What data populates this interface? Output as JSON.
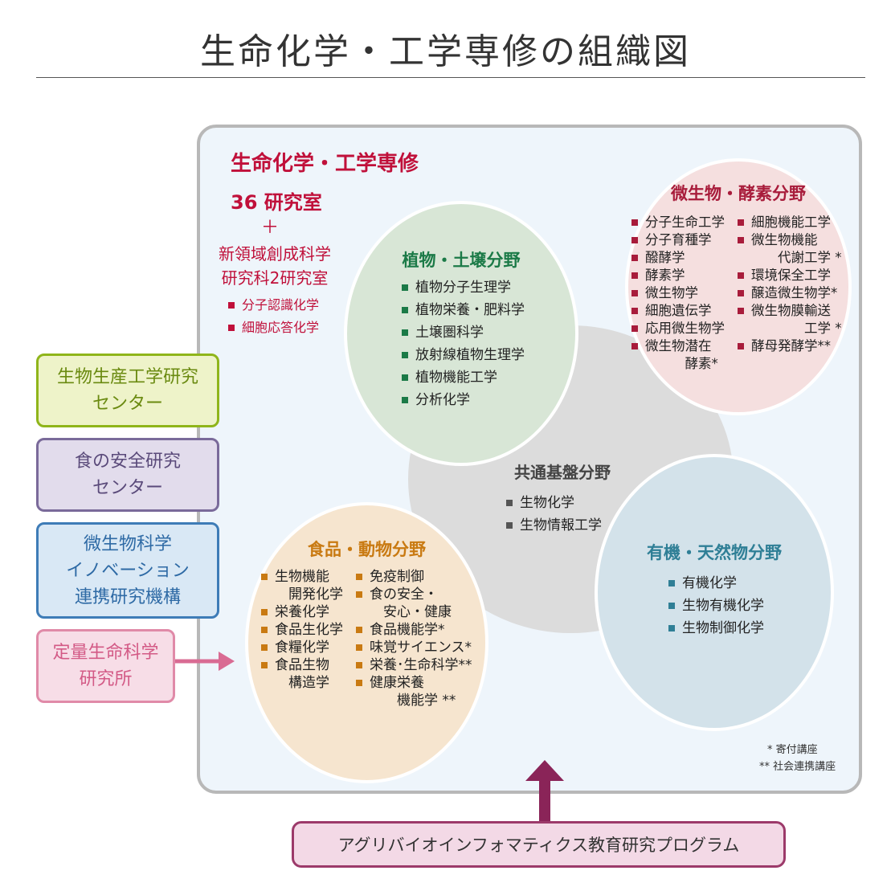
{
  "title": "生命化学・工学専修の組織図",
  "colors": {
    "red": "#c0103a",
    "plant_green": "#1b7a47",
    "microbe_red": "#a81c3b",
    "food_orange": "#c97a12",
    "organic_blue": "#2f7f96",
    "gray": "#555555"
  },
  "course": {
    "name": "生命化学・工学専修",
    "labs": "36 研究室",
    "plus": "＋",
    "extra_line1": "新領域創成科学",
    "extra_line2": "研究科2研究室",
    "items": [
      "分子認識化学",
      "細胞応答化学"
    ]
  },
  "fields": {
    "plant": {
      "title": "植物・土壌分野",
      "items": [
        "植物分子生理学",
        "植物栄養・肥料学",
        "土壌圏科学",
        "放射線植物生理学",
        "植物機能工学",
        "分析化学"
      ]
    },
    "microbe": {
      "title": "微生物・酵素分野",
      "col1": [
        "分子生命工学",
        "分子育種学",
        "醱酵学",
        "酵素学",
        "微生物学",
        "細胞遺伝学",
        "応用微生物学",
        "微生物潜在\n　　　酵素*"
      ],
      "col2": [
        "細胞機能工学",
        "微生物機能\n　　代謝工学 *",
        "環境保全工学",
        "醸造微生物学*",
        "微生物膜輸送\n　　　　工学 *",
        "酵母発酵学**"
      ]
    },
    "common": {
      "title": "共通基盤分野",
      "items": [
        "生物化学",
        "生物情報工学"
      ]
    },
    "food": {
      "title": "食品・動物分野",
      "col1": [
        "生物機能\n　開発化学",
        "栄養化学",
        "食品生化学",
        "食糧化学",
        "食品生物\n　構造学"
      ],
      "col2": [
        "免疫制御",
        "食の安全・\n　安心・健康",
        "食品機能学*",
        "味覚サイエンス*",
        "栄養･生命科学**",
        "健康栄養\n　　機能学 **"
      ]
    },
    "organic": {
      "title": "有機・天然物分野",
      "items": [
        "有機化学",
        "生物有機化学",
        "生物制御化学"
      ]
    }
  },
  "centers": [
    {
      "label": "生物生産工学研究\nセンター"
    },
    {
      "label": "食の安全研究\nセンター"
    },
    {
      "label": "微生物科学\nイノベーション\n連携研究機構"
    },
    {
      "label": "定量生命科学\n研究所"
    }
  ],
  "notes": {
    "endowed": "* 寄付講座",
    "social": "** 社会連携講座"
  },
  "program": {
    "label": "アグリバイオインフォマティクス教育研究プログラム"
  }
}
